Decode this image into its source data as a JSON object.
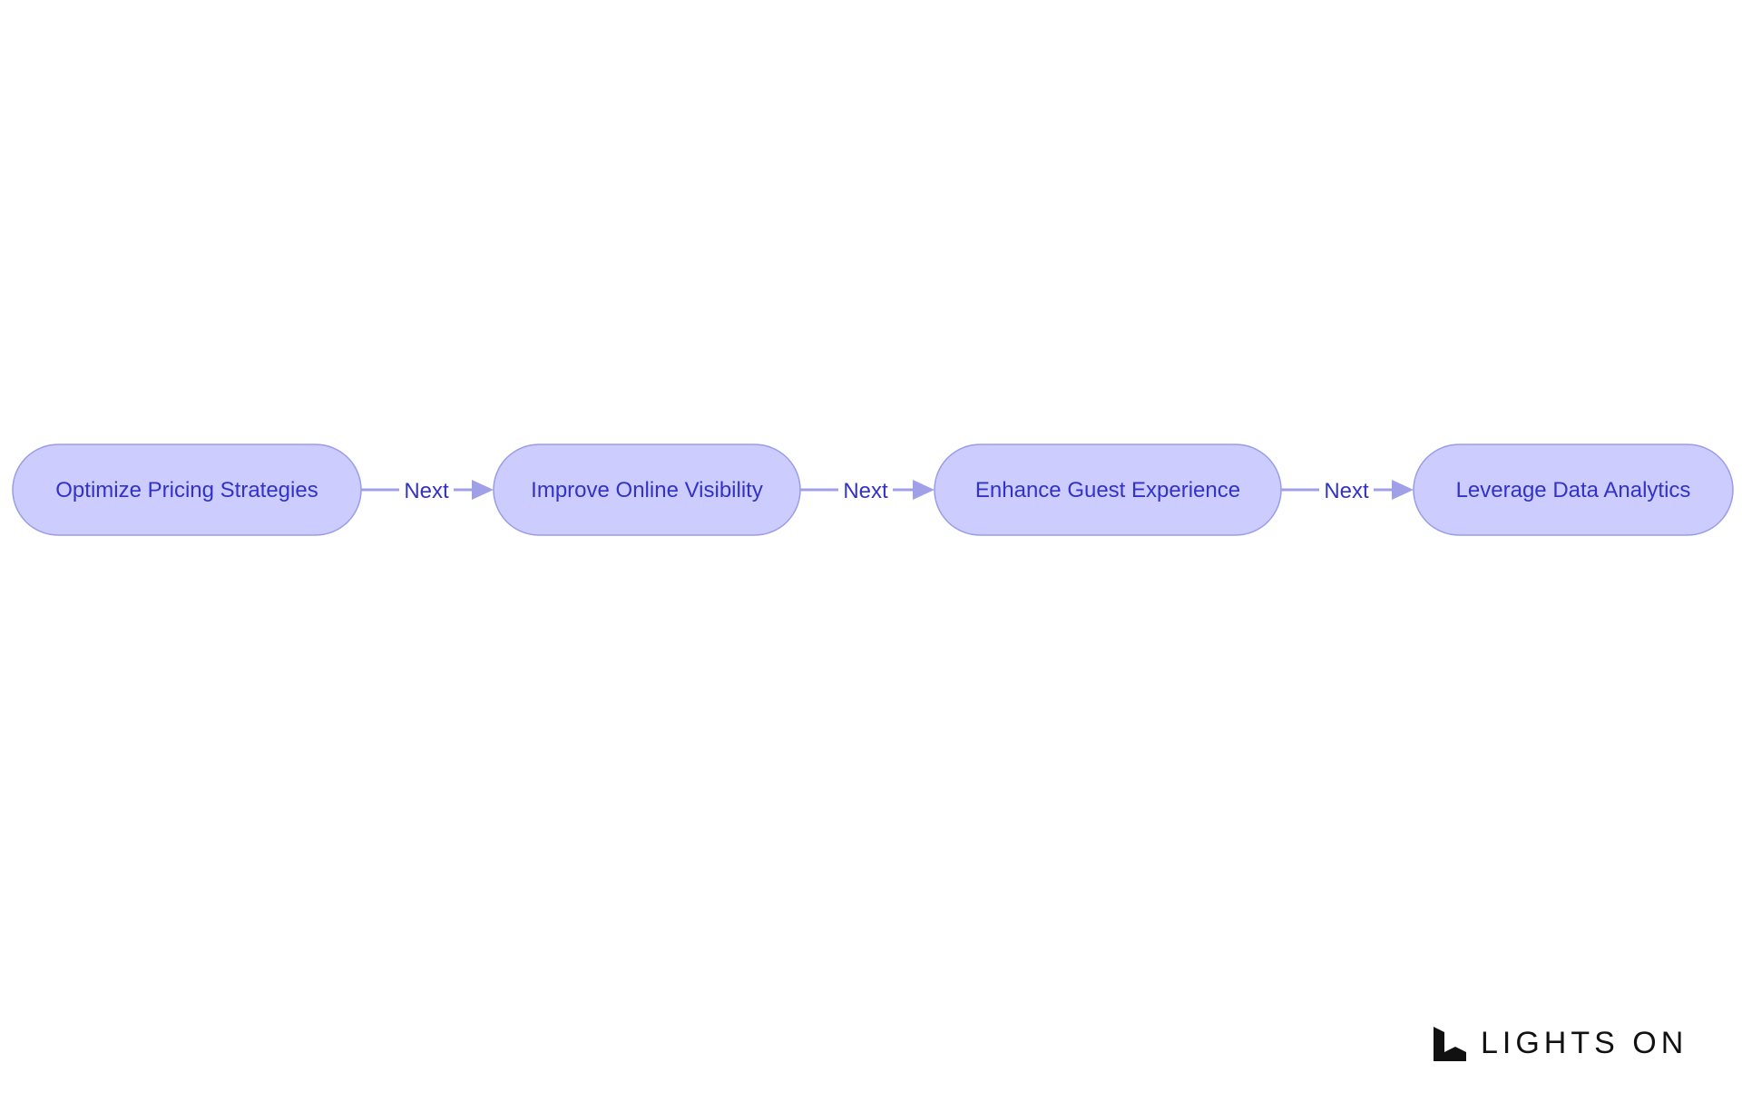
{
  "diagram": {
    "nodes": [
      {
        "id": "n1",
        "label": "Optimize Pricing Strategies"
      },
      {
        "id": "n2",
        "label": "Improve Online Visibility"
      },
      {
        "id": "n3",
        "label": "Enhance Guest Experience"
      },
      {
        "id": "n4",
        "label": "Leverage Data Analytics"
      }
    ],
    "edges": [
      {
        "from": "n1",
        "to": "n2",
        "label": "Next"
      },
      {
        "from": "n2",
        "to": "n3",
        "label": "Next"
      },
      {
        "from": "n3",
        "to": "n4",
        "label": "Next"
      }
    ]
  },
  "logo": {
    "text": "LIGHTS ON"
  },
  "colors": {
    "node_fill": "#ccccff",
    "node_stroke": "#9b9ce8",
    "text": "#3232c8",
    "edge": "#a0a0e8"
  }
}
